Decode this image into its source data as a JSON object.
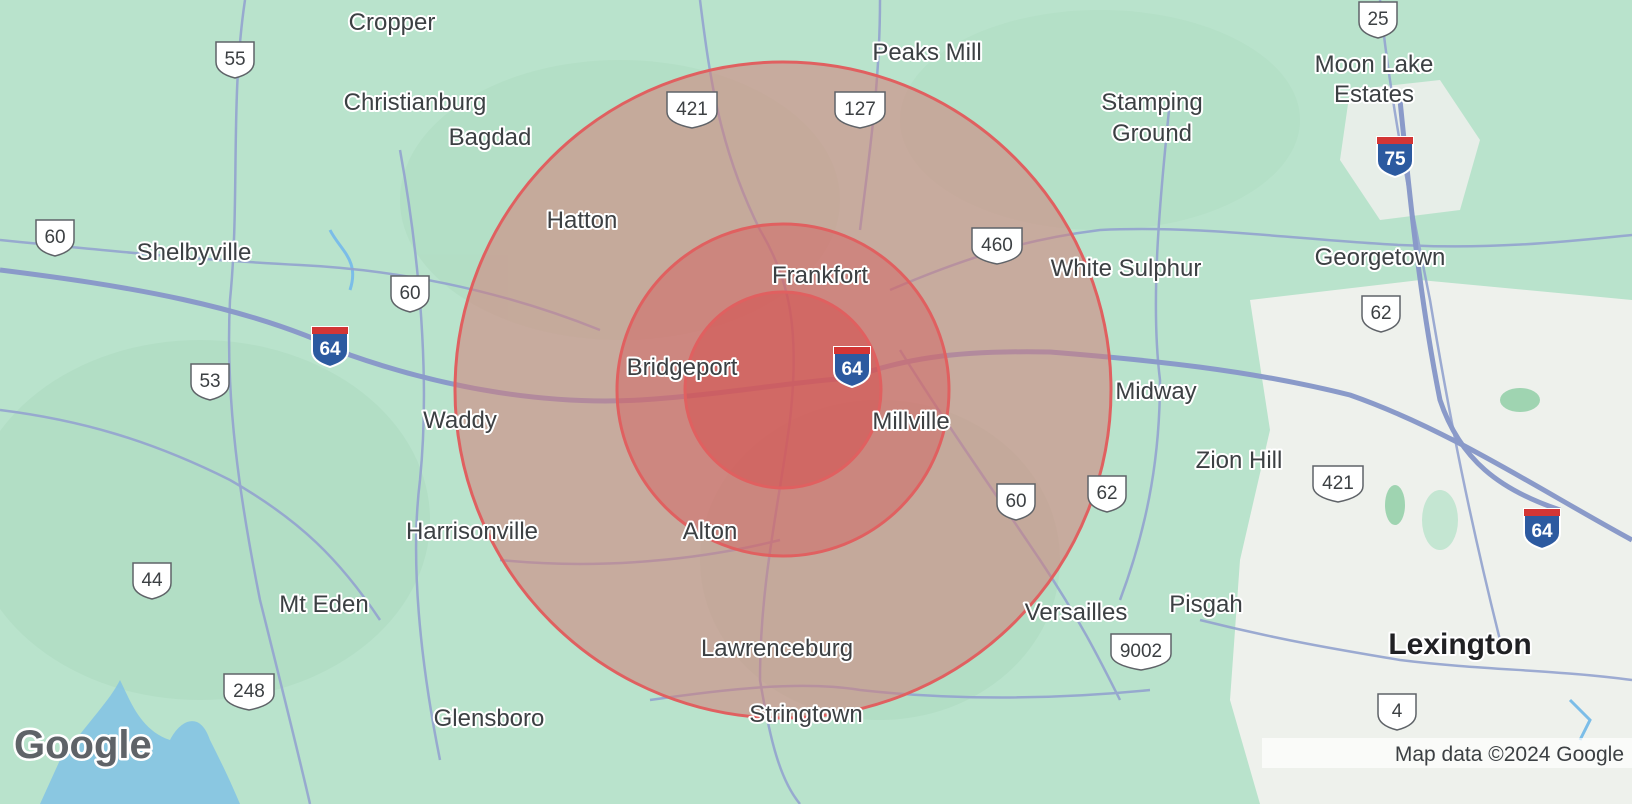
{
  "map": {
    "radius_rings": [
      {
        "name": "outer",
        "fill": "#d47d78",
        "opacity": 0.55
      },
      {
        "name": "middle",
        "fill": "#d45a5a",
        "opacity": 0.45
      },
      {
        "name": "inner",
        "fill": "#d84444",
        "opacity": 0.45
      }
    ],
    "ring_stroke": "#e06060",
    "places": [
      {
        "label": "Cropper"
      },
      {
        "label": "Peaks Mill"
      },
      {
        "label": "Moon Lake"
      },
      {
        "label": "Estates"
      },
      {
        "label": "Christianburg"
      },
      {
        "label": "Bagdad"
      },
      {
        "label": "Stamping"
      },
      {
        "label": "Ground"
      },
      {
        "label": "Hatton"
      },
      {
        "label": "Shelbyville"
      },
      {
        "label": "Frankfort"
      },
      {
        "label": "White Sulphur"
      },
      {
        "label": "Georgetown"
      },
      {
        "label": "Bridgeport"
      },
      {
        "label": "Midway"
      },
      {
        "label": "Waddy"
      },
      {
        "label": "Millville"
      },
      {
        "label": "Zion Hill"
      },
      {
        "label": "Harrisonville"
      },
      {
        "label": "Alton"
      },
      {
        "label": "Mt Eden"
      },
      {
        "label": "Versailles"
      },
      {
        "label": "Pisgah"
      },
      {
        "label": "Lexington"
      },
      {
        "label": "Lawrenceburg"
      },
      {
        "label": "Glensboro"
      },
      {
        "label": "Stringtown"
      }
    ],
    "shields": [
      {
        "label": "25",
        "kind": "us"
      },
      {
        "label": "55",
        "kind": "us"
      },
      {
        "label": "421",
        "kind": "us"
      },
      {
        "label": "127",
        "kind": "us"
      },
      {
        "label": "75",
        "kind": "interstate"
      },
      {
        "label": "60",
        "kind": "us"
      },
      {
        "label": "460",
        "kind": "us"
      },
      {
        "label": "60",
        "kind": "us"
      },
      {
        "label": "62",
        "kind": "us"
      },
      {
        "label": "64",
        "kind": "interstate"
      },
      {
        "label": "64",
        "kind": "interstate"
      },
      {
        "label": "53",
        "kind": "us"
      },
      {
        "label": "421",
        "kind": "us"
      },
      {
        "label": "60",
        "kind": "us"
      },
      {
        "label": "62",
        "kind": "us"
      },
      {
        "label": "64",
        "kind": "interstate"
      },
      {
        "label": "44",
        "kind": "us"
      },
      {
        "label": "9002",
        "kind": "us"
      },
      {
        "label": "248",
        "kind": "us"
      },
      {
        "label": "4",
        "kind": "us"
      }
    ],
    "logo": "Google",
    "attribution": "Map data ©2024 Google",
    "colors": {
      "land": "#b9e3cc",
      "urban": "#f2f2ef",
      "road": "#8a9ac9",
      "interstate_shield": "#2c5aa0",
      "interstate_shield_top": "#d23535",
      "water": "#7bbde8"
    }
  }
}
